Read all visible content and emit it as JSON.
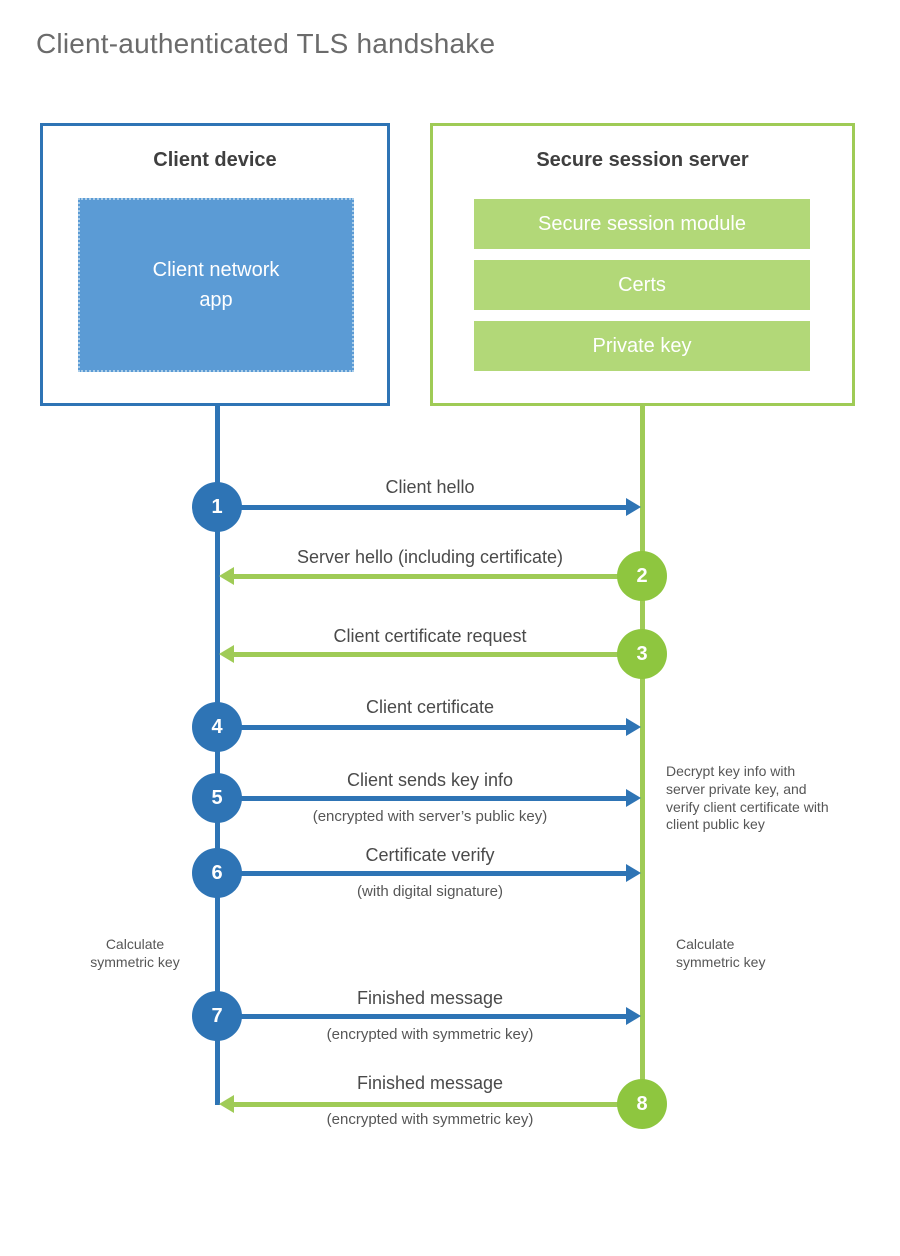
{
  "title": "Client-authenticated TLS handshake",
  "colors": {
    "blue_accent": "#2e74b5",
    "blue_fill": "#5b9bd5",
    "green_accent": "#8ec63f",
    "green_line": "#9fcb56",
    "green_fill": "#b2d878",
    "text_dark": "#3f3f3f",
    "text_gray": "#565656"
  },
  "client_box": {
    "title": "Client device",
    "app_label": "Client network\napp"
  },
  "server_box": {
    "title": "Secure session server",
    "modules": [
      "Secure session module",
      "Certs",
      "Private key"
    ]
  },
  "steps": [
    {
      "num": "1",
      "label": "Client hello",
      "sub": "",
      "direction": "client-to-server",
      "color": "blue"
    },
    {
      "num": "2",
      "label": "Server hello (including certificate)",
      "sub": "",
      "direction": "server-to-client",
      "color": "green"
    },
    {
      "num": "3",
      "label": "Client certificate request",
      "sub": "",
      "direction": "server-to-client",
      "color": "green"
    },
    {
      "num": "4",
      "label": "Client certificate",
      "sub": "",
      "direction": "client-to-server",
      "color": "blue"
    },
    {
      "num": "5",
      "label": "Client sends key info",
      "sub": "(encrypted with server’s public key)",
      "direction": "client-to-server",
      "color": "blue"
    },
    {
      "num": "6",
      "label": "Certificate verify",
      "sub": "(with digital signature)",
      "direction": "client-to-server",
      "color": "blue"
    },
    {
      "num": "7",
      "label": "Finished message",
      "sub": "(encrypted with symmetric key)",
      "direction": "client-to-server",
      "color": "blue"
    },
    {
      "num": "8",
      "label": "Finished message",
      "sub": "(encrypted with symmetric key)",
      "direction": "server-to-client",
      "color": "green"
    }
  ],
  "notes": {
    "calc_left": "Calculate\nsymmetric key",
    "calc_right": "Calculate\nsymmetric key",
    "decrypt": "Decrypt key info with server private key, and verify client certificate with client public key"
  }
}
